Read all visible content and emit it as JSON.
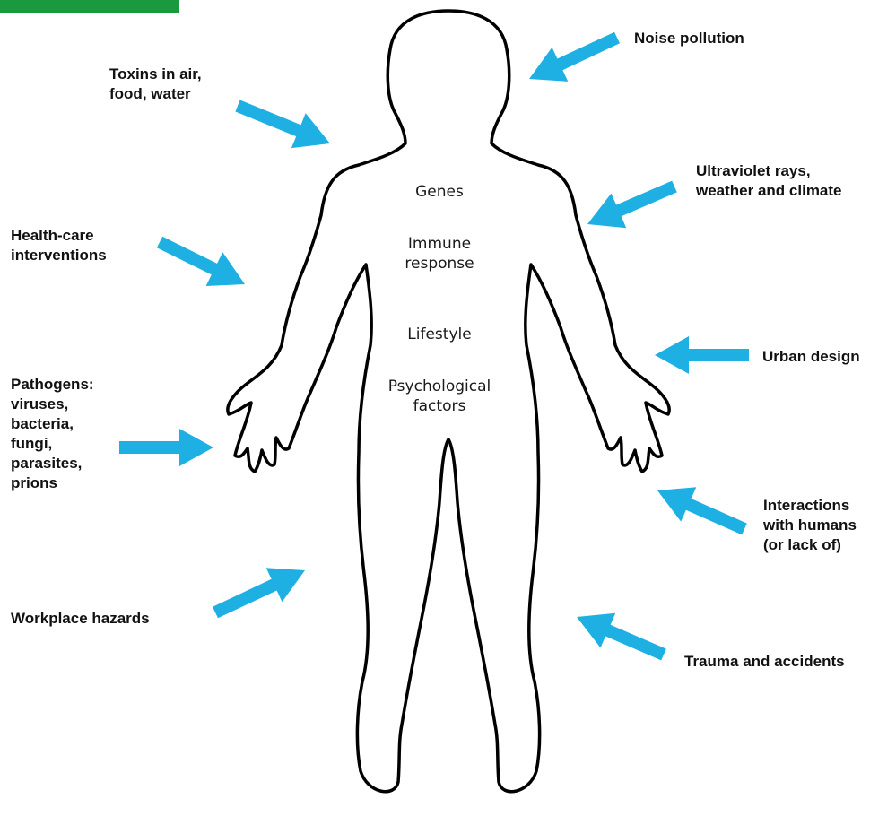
{
  "labels": {
    "noise": "Noise pollution",
    "toxins": "Toxins in air,\nfood, water",
    "uv": "Ultraviolet rays,\nweather and climate",
    "healthcare": "Health-care\ninterventions",
    "urban": "Urban design",
    "pathogens": "Pathogens:\nviruses,\nbacteria,\nfungi,\nparasites,\nprions",
    "interactions": "Interactions\nwith humans\n(or lack of)",
    "workplace": "Workplace hazards",
    "trauma": "Trauma and accidents"
  },
  "inside": {
    "genes": "Genes",
    "immune": "Immune\nresponse",
    "lifestyle": "Lifestyle",
    "psych": "Psychological\nfactors"
  },
  "colors": {
    "arrow": "#1fb0e3",
    "outline": "#000000",
    "tab": "#1a9a3e"
  }
}
